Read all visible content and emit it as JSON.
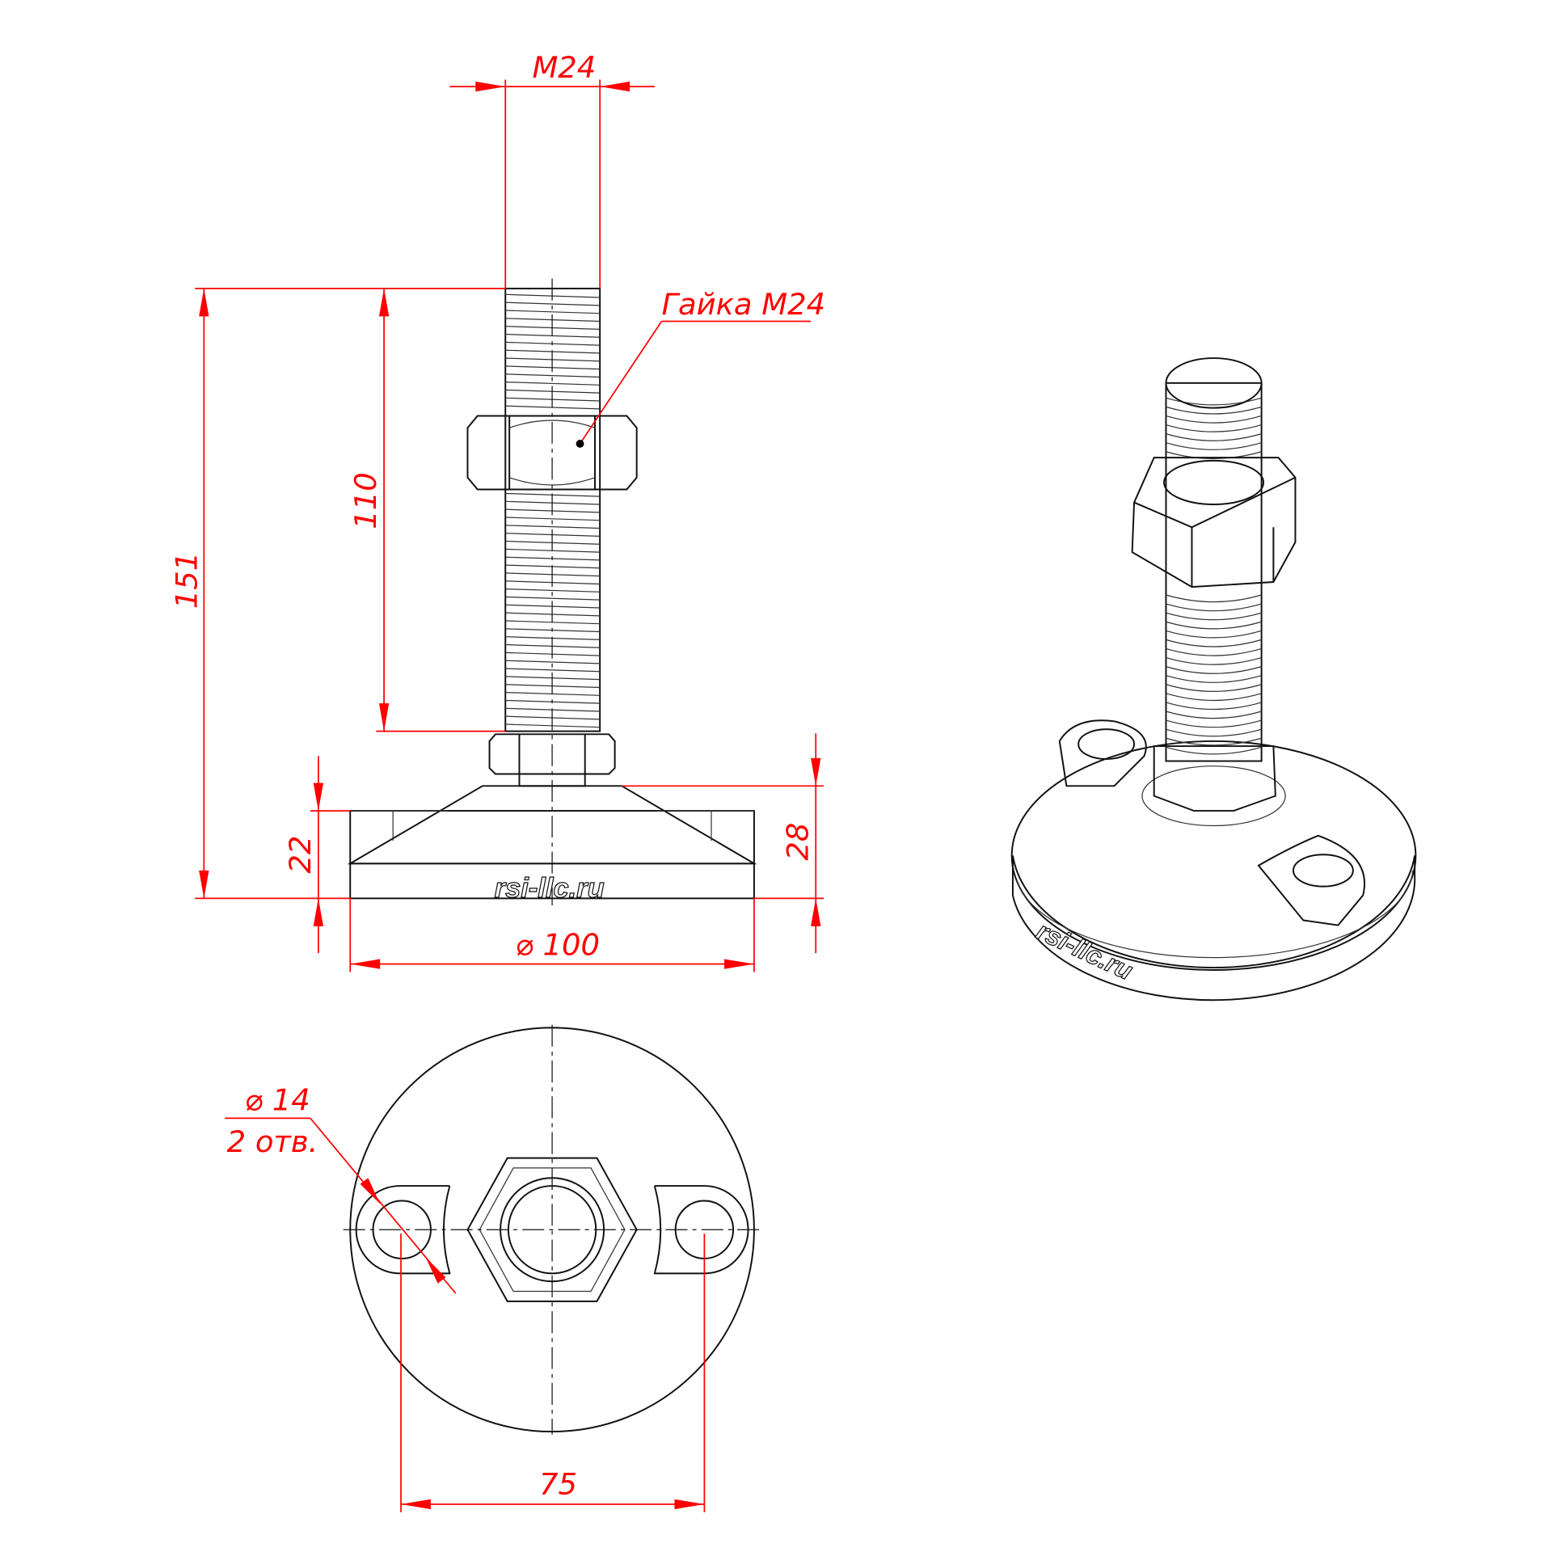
{
  "drawing": {
    "thread_size": "M24",
    "nut_callout": "Гайка M24",
    "dim_thread_length": "110",
    "dim_total_height": "151",
    "dim_base_thickness": "22",
    "dim_base_height": "28",
    "dim_base_diameter": "⌀ 100",
    "dim_hole_diameter": "⌀ 14",
    "dim_hole_count": "2 отв.",
    "dim_hole_spacing": "75",
    "watermark": "rsi-llc.ru"
  },
  "colors": {
    "dimension": "#ff0000",
    "outline": "#111111"
  }
}
